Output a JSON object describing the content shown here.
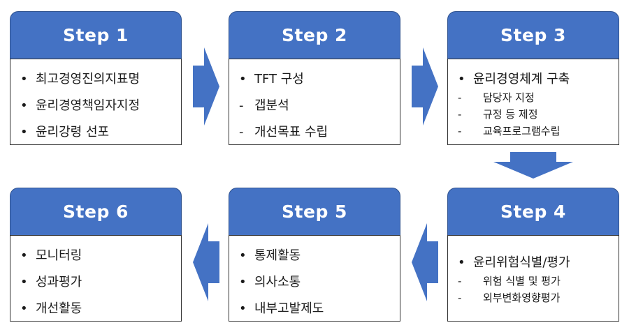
{
  "steps": [
    {
      "title": "Step 1",
      "items": [
        {
          "marker": "•",
          "text": "최고경영진의지표명"
        },
        {
          "marker": "•",
          "text": "윤리경영책임자지정"
        },
        {
          "marker": "•",
          "text": "윤리강령 선포"
        }
      ]
    },
    {
      "title": "Step 2",
      "items": [
        {
          "marker": "•",
          "text": "TFT 구성"
        },
        {
          "marker": "-",
          "text": "갭분석"
        },
        {
          "marker": "-",
          "text": "개선목표 수립"
        }
      ]
    },
    {
      "title": "Step 3",
      "items": [
        {
          "marker": "•",
          "text": "윤리경영체계 구축"
        },
        {
          "marker": "-",
          "text": "담당자 지정"
        },
        {
          "marker": "-",
          "text": "규정 등 제정"
        },
        {
          "marker": "-",
          "text": "교육프로그램수립"
        }
      ]
    },
    {
      "title": "Step 4",
      "items": [
        {
          "marker": "•",
          "text": "윤리위험식별/평가"
        },
        {
          "marker": "-",
          "text": "위험 식별 및 평가"
        },
        {
          "marker": "-",
          "text": "외부변화영향평가"
        }
      ]
    },
    {
      "title": "Step 5",
      "items": [
        {
          "marker": "•",
          "text": "통제활동"
        },
        {
          "marker": "•",
          "text": "의사소통"
        },
        {
          "marker": "•",
          "text": "내부고발제도"
        }
      ]
    },
    {
      "title": "Step 6",
      "items": [
        {
          "marker": "•",
          "text": "모니터링"
        },
        {
          "marker": "•",
          "text": "성과평가"
        },
        {
          "marker": "•",
          "text": "개선활동"
        }
      ]
    }
  ],
  "colors": {
    "accent": "#4472C4",
    "arrow": "#4472C4",
    "border": "#333333"
  }
}
